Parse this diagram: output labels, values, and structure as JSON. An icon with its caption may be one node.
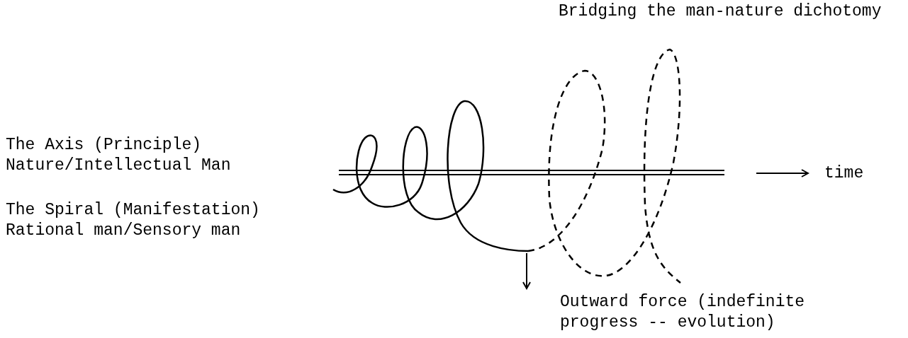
{
  "diagram": {
    "labels": [
      "Bridging the man-nature dichotomy",
      "The Axis (Principle)",
      "Nature/Intellectual Man",
      "time",
      "The Spiral (Manifestation)",
      "Rational man/Sensory man",
      "Outward force (indefinite progress -- evolution)"
    ]
  }
}
